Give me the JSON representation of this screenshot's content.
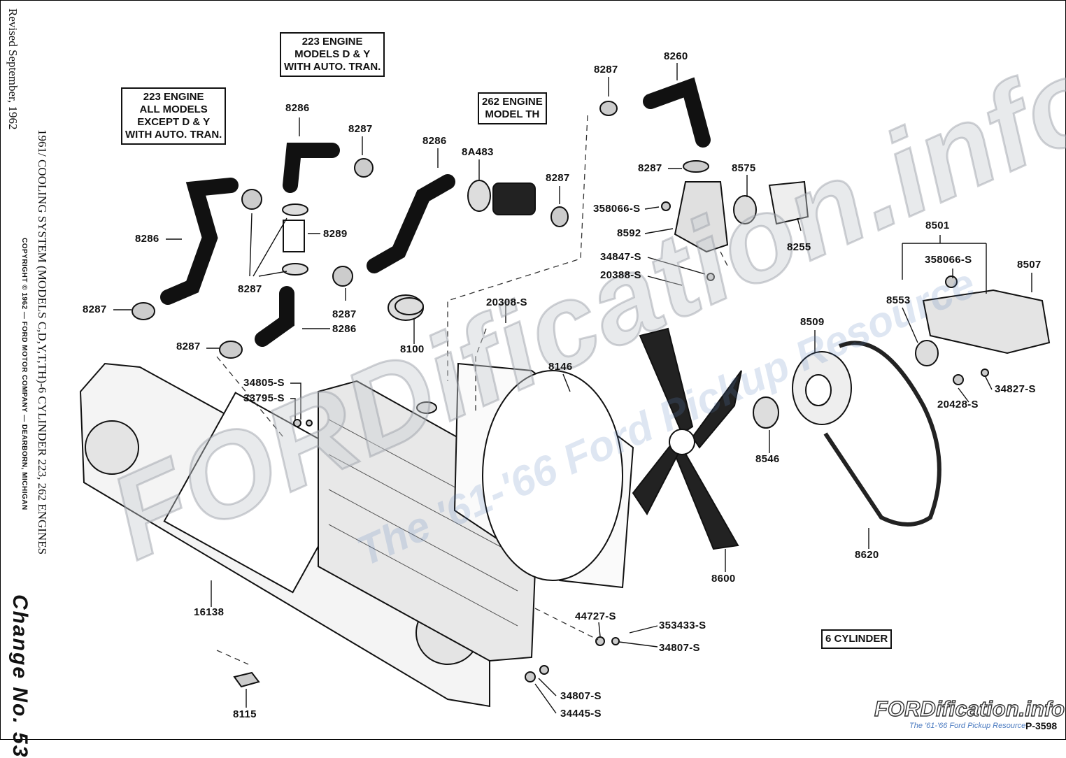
{
  "side": {
    "revised": "Revised September, 1962",
    "title": "1961/ COOLING SYSTEM (MODELS C,D,Y,T,TH)-6 CYLINDER 223, 262 ENGINES",
    "copyright": "COPYRIGHT © 1962 — FORD MOTOR COMPANY — DEARBORN, MICHIGAN",
    "change": "Change No. 53"
  },
  "notes": {
    "box1": [
      "223 ENGINE",
      "ALL MODELS",
      "EXCEPT D & Y",
      "WITH AUTO. TRAN."
    ],
    "box2": [
      "223 ENGINE",
      "MODELS D & Y",
      "WITH AUTO. TRAN."
    ],
    "box3": [
      "262 ENGINE",
      "MODEL TH"
    ],
    "box4": [
      "6 CYLINDER"
    ]
  },
  "parts": [
    {
      "id": "p1",
      "num": "8286"
    },
    {
      "id": "p2",
      "num": "8287"
    },
    {
      "id": "p3",
      "num": "8286"
    },
    {
      "id": "p4",
      "num": "8287"
    },
    {
      "id": "p5",
      "num": "8289"
    },
    {
      "id": "p6",
      "num": "8287"
    },
    {
      "id": "p7",
      "num": "8287"
    },
    {
      "id": "p8",
      "num": "8286"
    },
    {
      "id": "p9",
      "num": "8287"
    },
    {
      "id": "p10",
      "num": "8286"
    },
    {
      "id": "p11",
      "num": "8A483"
    },
    {
      "id": "p12",
      "num": "8287"
    },
    {
      "id": "p13",
      "num": "8287"
    },
    {
      "id": "p14",
      "num": "8260"
    },
    {
      "id": "p15",
      "num": "8287"
    },
    {
      "id": "p16",
      "num": "8575"
    },
    {
      "id": "p17",
      "num": "358066-S"
    },
    {
      "id": "p18",
      "num": "8592"
    },
    {
      "id": "p19",
      "num": "8255"
    },
    {
      "id": "p20",
      "num": "34847-S"
    },
    {
      "id": "p21",
      "num": "20388-S"
    },
    {
      "id": "p22",
      "num": "8501"
    },
    {
      "id": "p23",
      "num": "358066-S"
    },
    {
      "id": "p24",
      "num": "8507"
    },
    {
      "id": "p25",
      "num": "8553"
    },
    {
      "id": "p26",
      "num": "8509"
    },
    {
      "id": "p27",
      "num": "20308-S"
    },
    {
      "id": "p28",
      "num": "8100"
    },
    {
      "id": "p29",
      "num": "8146"
    },
    {
      "id": "p30",
      "num": "34805-S"
    },
    {
      "id": "p31",
      "num": "33795-S"
    },
    {
      "id": "p32",
      "num": "34827-S"
    },
    {
      "id": "p33",
      "num": "20428-S"
    },
    {
      "id": "p34",
      "num": "8546"
    },
    {
      "id": "p35",
      "num": "8620"
    },
    {
      "id": "p36",
      "num": "8600"
    },
    {
      "id": "p37",
      "num": "16138"
    },
    {
      "id": "p38",
      "num": "44727-S"
    },
    {
      "id": "p39",
      "num": "353433-S"
    },
    {
      "id": "p40",
      "num": "34807-S"
    },
    {
      "id": "p41",
      "num": "34807-S"
    },
    {
      "id": "p42",
      "num": "34445-S"
    },
    {
      "id": "p43",
      "num": "8115"
    }
  ],
  "watermark": {
    "main": "FORDification.info",
    "sub": "The '61-'66 Ford Pickup Resource"
  },
  "logo": {
    "main": "FORDification.info",
    "sub": "The '61-'66 Ford Pickup Resource"
  },
  "plate": "P-3598"
}
